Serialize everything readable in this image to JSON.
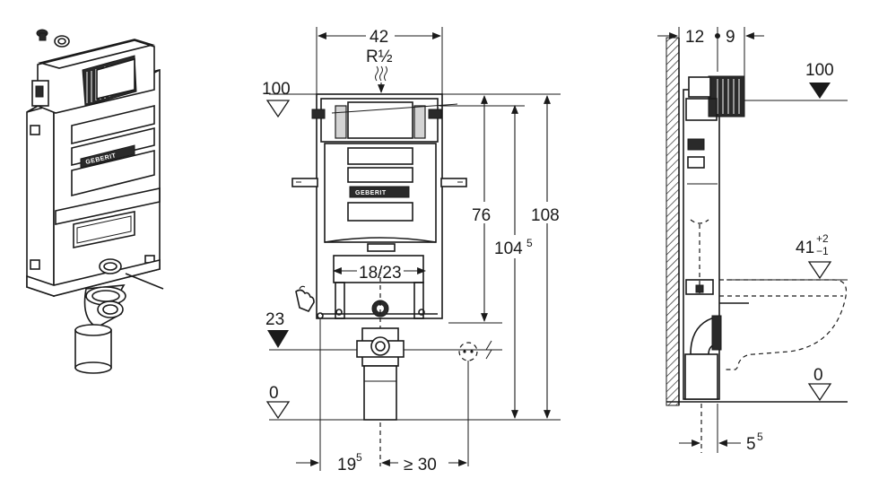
{
  "labels": {
    "width_frame": "42",
    "thread": "R½",
    "level_100_front": "100",
    "level_23": "23",
    "level_0_front": "0",
    "dim_76": "76",
    "dim_104_main": "104",
    "dim_104_sup": "5",
    "dim_108": "108",
    "dim_18_23": "18/23",
    "dim_19_main": "19",
    "dim_19_sup": "5",
    "dim_ge30": "≥ 30",
    "dim_12": "12",
    "dim_9": "9",
    "level_100_side": "100",
    "level_41_main": "41",
    "level_41_plus": "+2",
    "level_41_minus": "−1",
    "level_0_side": "0",
    "dim_5_main": "5",
    "dim_5_sup": "5",
    "brand_text": "GEBERIT"
  },
  "colors": {
    "line": "#1a1a1a",
    "panel_dark": "#2a2a2a",
    "panel_grey": "#d4d4d4",
    "background": "#ffffff"
  }
}
